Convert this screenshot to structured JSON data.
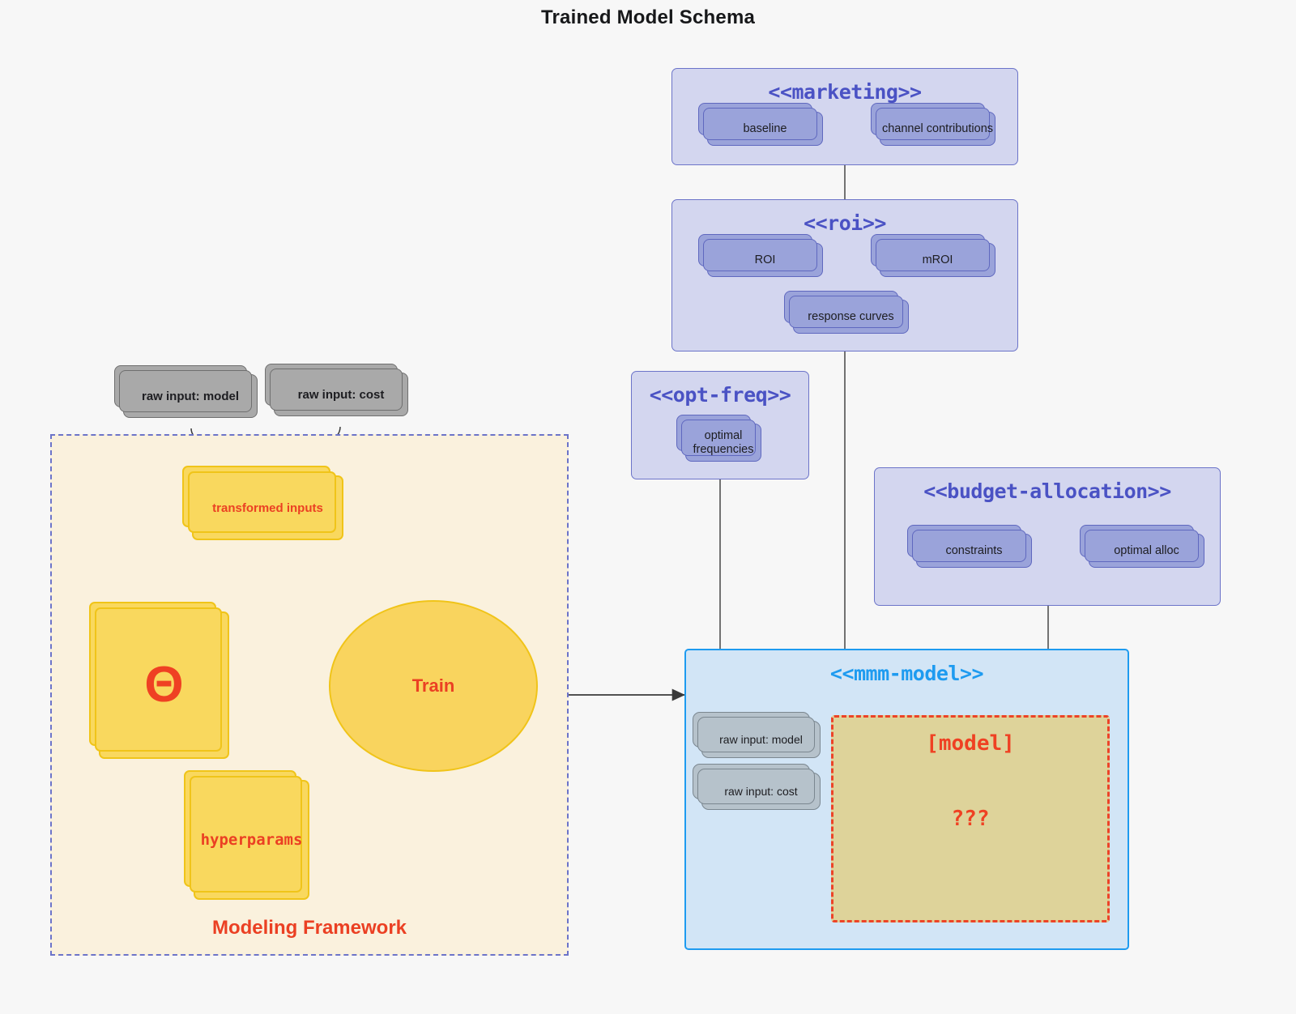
{
  "title": "Trained Model Schema",
  "colors": {
    "background": "#f7f7f7",
    "package_fill": "#d3d6ef",
    "package_stroke": "#6c74c9",
    "package_title": "#4a52c4",
    "inner_node_fill": "#9aa3da",
    "grey_node_fill": "#a9a9a9",
    "framework_fill": "#faf1dd",
    "framework_stroke": "#6c74c9",
    "yellow_node_fill": "#f9d85e",
    "yellow_node_stroke": "#f0c419",
    "accent_red": "#eb4023",
    "mmm_fill": "#d2e5f6",
    "mmm_stroke": "#1e9bf0",
    "model_box_fill": "#ded39a",
    "model_box_stroke": "#ed4327"
  },
  "packages": {
    "marketing": {
      "title": "<<marketing>>",
      "nodes": [
        {
          "label": "baseline"
        },
        {
          "label": "channel contributions"
        }
      ]
    },
    "roi": {
      "title": "<<roi>>",
      "nodes": [
        {
          "label": "ROI"
        },
        {
          "label": "mROI"
        },
        {
          "label": "response curves"
        }
      ]
    },
    "opt_freq": {
      "title": "<<opt-freq>>",
      "nodes": [
        {
          "label": "optimal frequencies"
        }
      ]
    },
    "budget_allocation": {
      "title": "<<budget-allocation>>",
      "nodes": [
        {
          "label": "constraints"
        },
        {
          "label": "optimal alloc"
        }
      ]
    },
    "mmm_model": {
      "title": "<<mmm-model>>",
      "inputs": [
        {
          "label": "raw input: model"
        },
        {
          "label": "raw input: cost"
        }
      ],
      "model_box": {
        "title": "[model]",
        "subtitle": "???"
      }
    }
  },
  "framework": {
    "label": "Modeling Framework",
    "raw_inputs": [
      {
        "label": "raw input: model"
      },
      {
        "label": "raw input: cost"
      }
    ],
    "transformed_inputs": "transformed inputs",
    "theta": "Θ",
    "hyperparams": "hyperparams",
    "train": "Train"
  }
}
